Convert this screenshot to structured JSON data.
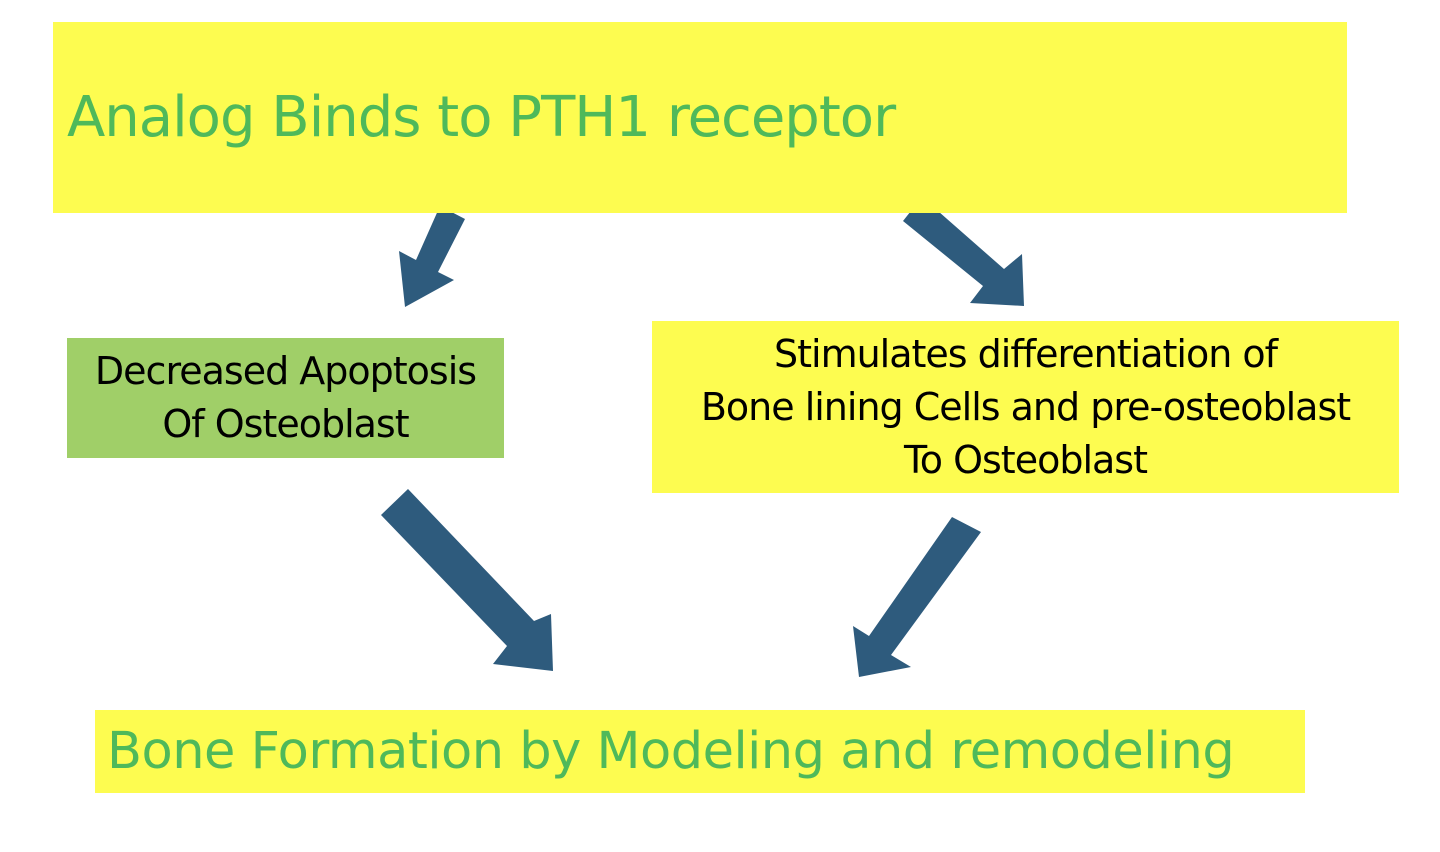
{
  "colors": {
    "yellow_box": "#fdfc50",
    "green_box": "#a0cf68",
    "green_text": "#4fb95a",
    "arrow": "#2e5b7d",
    "black_text": "#000000"
  },
  "top_box": {
    "text": "Analog Binds to PTH1 receptor"
  },
  "left_box": {
    "lines": [
      "Decreased Apoptosis",
      "Of Osteoblast"
    ]
  },
  "right_box": {
    "lines": [
      "Stimulates differentiation of",
      "Bone lining Cells and pre-osteoblast",
      "To Osteoblast"
    ]
  },
  "bottom_box": {
    "text": "Bone Formation by Modeling and remodeling"
  },
  "arrows": [
    {
      "id": "arrow-top-to-left"
    },
    {
      "id": "arrow-top-to-right"
    },
    {
      "id": "arrow-left-to-bottom"
    },
    {
      "id": "arrow-right-to-bottom"
    }
  ]
}
